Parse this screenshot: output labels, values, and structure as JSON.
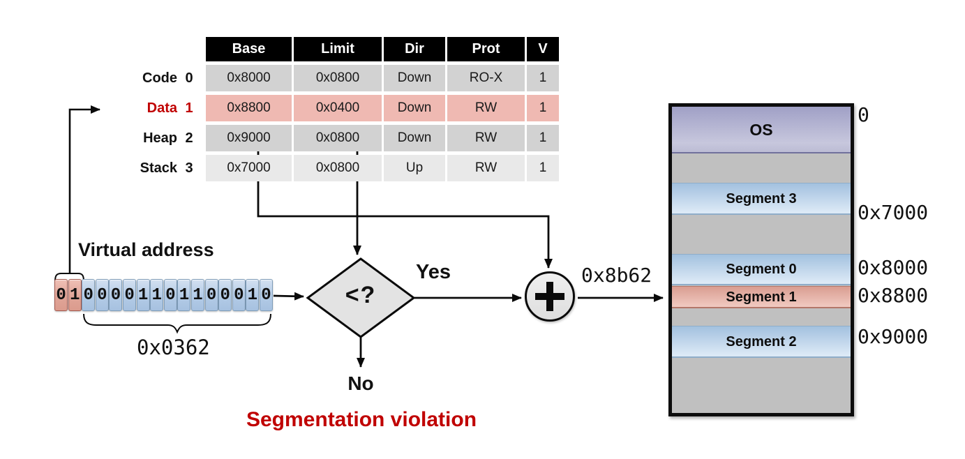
{
  "segment_table": {
    "headers": [
      "Base",
      "Limit",
      "Dir",
      "Prot",
      "V"
    ],
    "rows": [
      {
        "name": "Code",
        "index": "0",
        "base": "0x8000",
        "limit": "0x0800",
        "dir": "Down",
        "prot": "RO-X",
        "valid": "1"
      },
      {
        "name": "Data",
        "index": "1",
        "base": "0x8800",
        "limit": "0x0400",
        "dir": "Down",
        "prot": "RW",
        "valid": "1"
      },
      {
        "name": "Heap",
        "index": "2",
        "base": "0x9000",
        "limit": "0x0800",
        "dir": "Down",
        "prot": "RW",
        "valid": "1"
      },
      {
        "name": "Stack",
        "index": "3",
        "base": "0x7000",
        "limit": "0x0800",
        "dir": "Up",
        "prot": "RW",
        "valid": "1"
      }
    ],
    "highlighted_row": "Data"
  },
  "virtual_address": {
    "label": "Virtual address",
    "bits": [
      "0",
      "1",
      "0",
      "0",
      "0",
      "0",
      "1",
      "1",
      "0",
      "1",
      "1",
      "0",
      "0",
      "0",
      "1",
      "0"
    ],
    "segment_bit_count": 2,
    "segment_bits": "01",
    "offset_hex": "0x0362"
  },
  "bounds_check": {
    "symbol": "<?",
    "yes_label": "Yes",
    "no_label": "No",
    "violation_label": "Segmentation violation"
  },
  "adder": {
    "symbol": "+",
    "result_hex": "0x8b62"
  },
  "physical_memory": {
    "bands": {
      "os": "OS",
      "segment3": "Segment 3",
      "segment0": "Segment 0",
      "segment1": "Segment 1",
      "segment2": "Segment 2"
    },
    "addresses": [
      "0",
      "0x7000",
      "0x8000",
      "0x8800",
      "0x9000"
    ]
  },
  "colors": {
    "accent_red": "#c00000",
    "table_header_bg": "#000000",
    "table_row_gray": "#d2d2d2",
    "table_row_light": "#e9e9e9",
    "table_row_highlight": "#efb9b2",
    "bit_cell_blue": "#b3cbe6",
    "bit_cell_red": "#e0a598",
    "memory_gray": "#c0c0c0",
    "os_purple": "#a8a8cc",
    "segment_blue": "#a3c1df",
    "segment_pink": "#d99d91"
  }
}
